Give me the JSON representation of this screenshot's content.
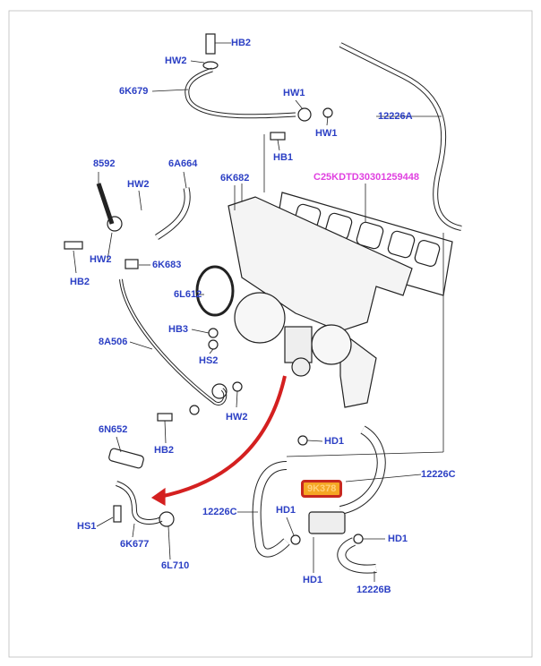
{
  "diagram": {
    "reference_code": "C25KDTD30301259448",
    "highlighted_part": "9K378",
    "colors": {
      "label": "#2b3fc4",
      "reference": "#e040e0",
      "highlight_border": "#c8281e",
      "highlight_fill": "#f5a623",
      "arrow": "#d42020"
    },
    "labels": [
      "HB2",
      "HW2",
      "6K679",
      "HW1",
      "HW1",
      "HB1",
      "12226A",
      "8592",
      "6A664",
      "HW2",
      "6K682",
      "HW2",
      "6K683",
      "HB2",
      "6L612",
      "8A506",
      "HB3",
      "HS2",
      "HW2",
      "6N652",
      "HB2",
      "HD1",
      "12226C",
      "12226C",
      "HD1",
      "HS1",
      "6K677",
      "HD1",
      "6L710",
      "HD1",
      "12226B"
    ]
  }
}
